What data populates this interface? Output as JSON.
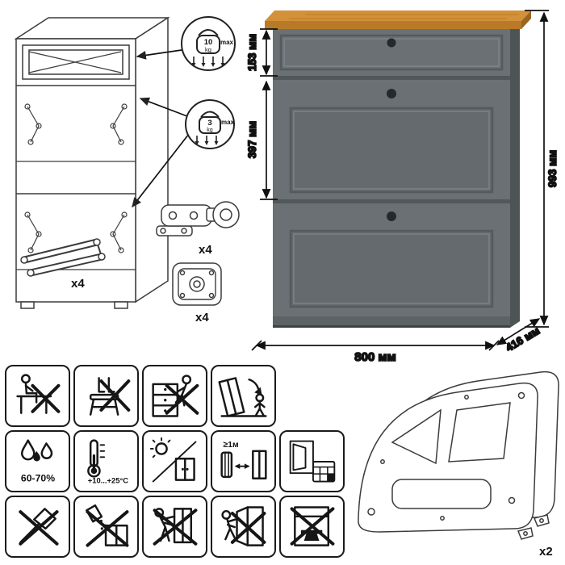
{
  "dimensions": {
    "drawer_height": "153 мм",
    "flap_height": "397 мм",
    "total_height": "993 мм",
    "width": "800 мм",
    "depth": "416 мм"
  },
  "load_limits": {
    "drawer": {
      "value": "10",
      "unit": "kg",
      "note": "max"
    },
    "flap": {
      "value": "3",
      "unit": "kg",
      "note": "max"
    }
  },
  "quantities": {
    "stay": "x4",
    "hinge": "x4",
    "foot": "x4",
    "side_panel": "x2"
  },
  "care": {
    "humidity": "60-70%",
    "temperature": "+10...+25°C",
    "heat_distance": "≥1м"
  },
  "colors": {
    "cabinet_front": "#6a7073",
    "cabinet_side": "#4e5356",
    "cabinet_panel": "#646a6d",
    "top_surface": "#d3913a",
    "top_edge": "#b87a27",
    "knob": "#26292b"
  }
}
